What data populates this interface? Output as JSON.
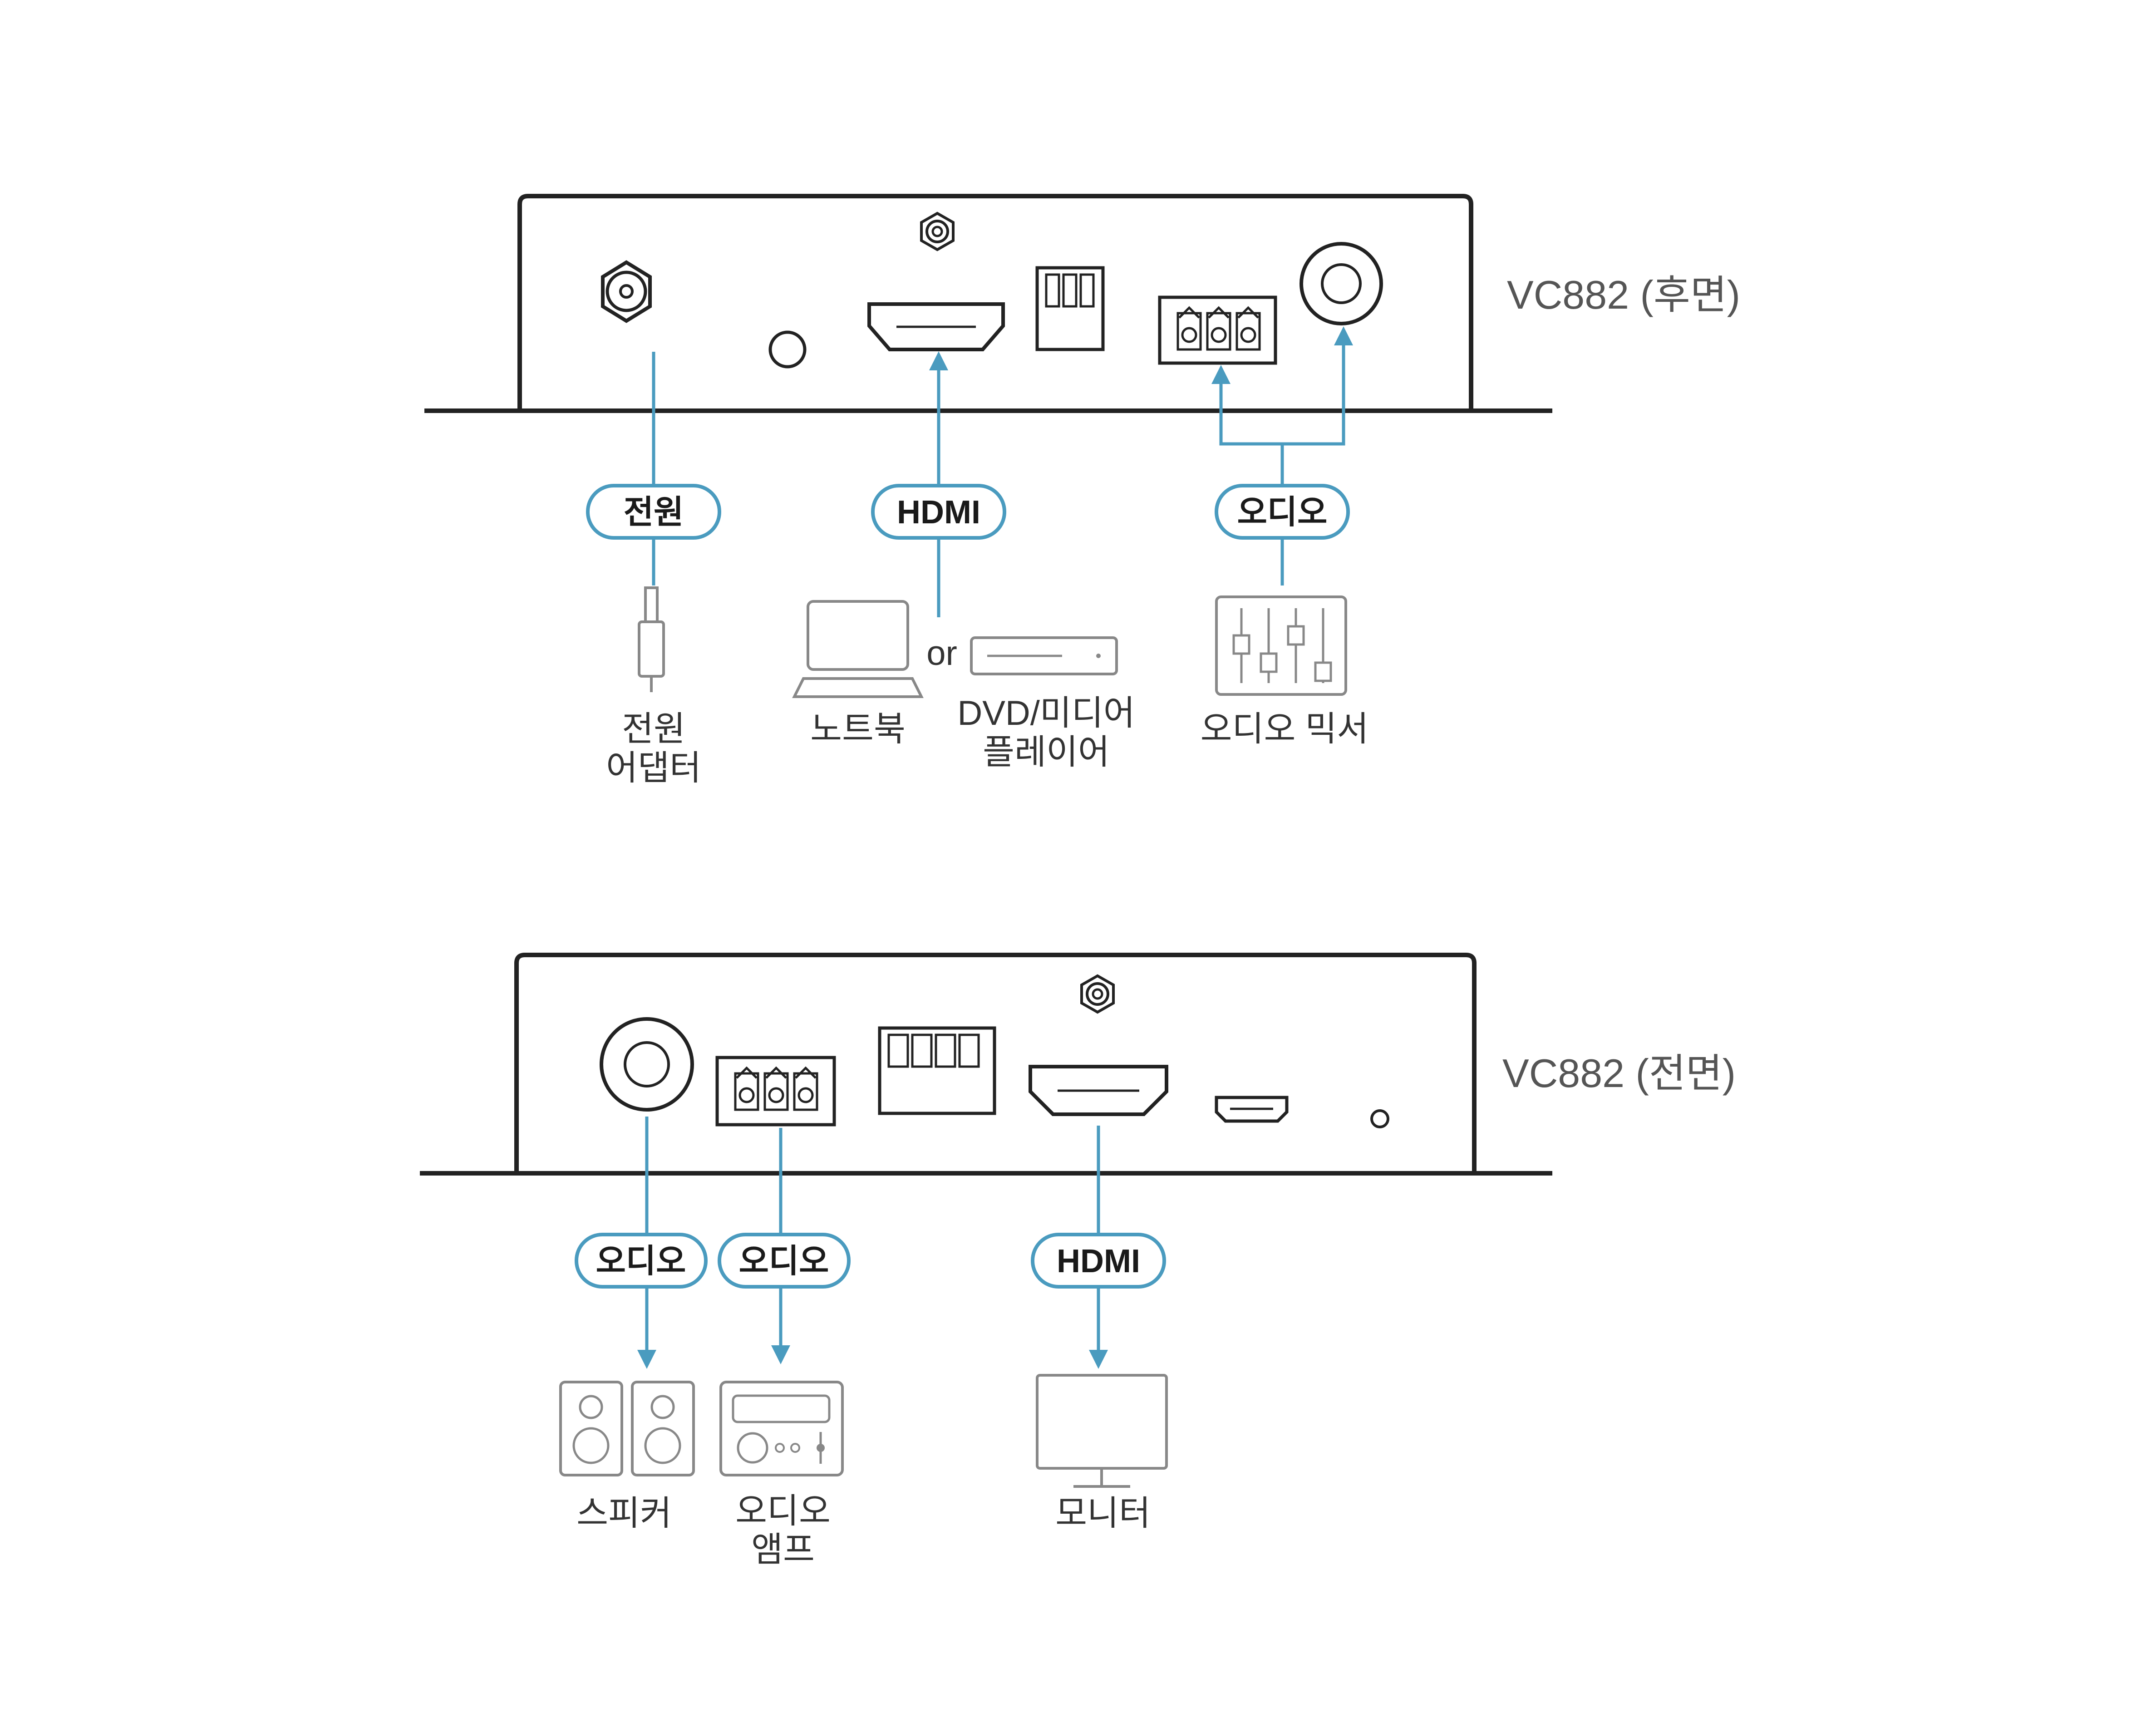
{
  "colors": {
    "accent": "#4a9bbf",
    "device_outline": "#222222",
    "icon_gray": "#888888",
    "text": "#333333"
  },
  "rear": {
    "title": "VC882 (후면)",
    "pills": {
      "power": "전원",
      "hdmi": "HDMI",
      "audio": "오디오"
    },
    "labels": {
      "power_adapter_l1": "전원",
      "power_adapter_l2": "어댑터",
      "notebook": "노트북",
      "or": "or",
      "dvd_l1": "DVD/미디어",
      "dvd_l2": "플레이어",
      "audio_mixer": "오디오 믹서"
    }
  },
  "front": {
    "title": "VC882 (전면)",
    "pills": {
      "audio1": "오디오",
      "audio2": "오디오",
      "hdmi": "HDMI"
    },
    "labels": {
      "speaker": "스피커",
      "amp_l1": "오디오",
      "amp_l2": "앰프",
      "monitor": "모니터"
    }
  }
}
